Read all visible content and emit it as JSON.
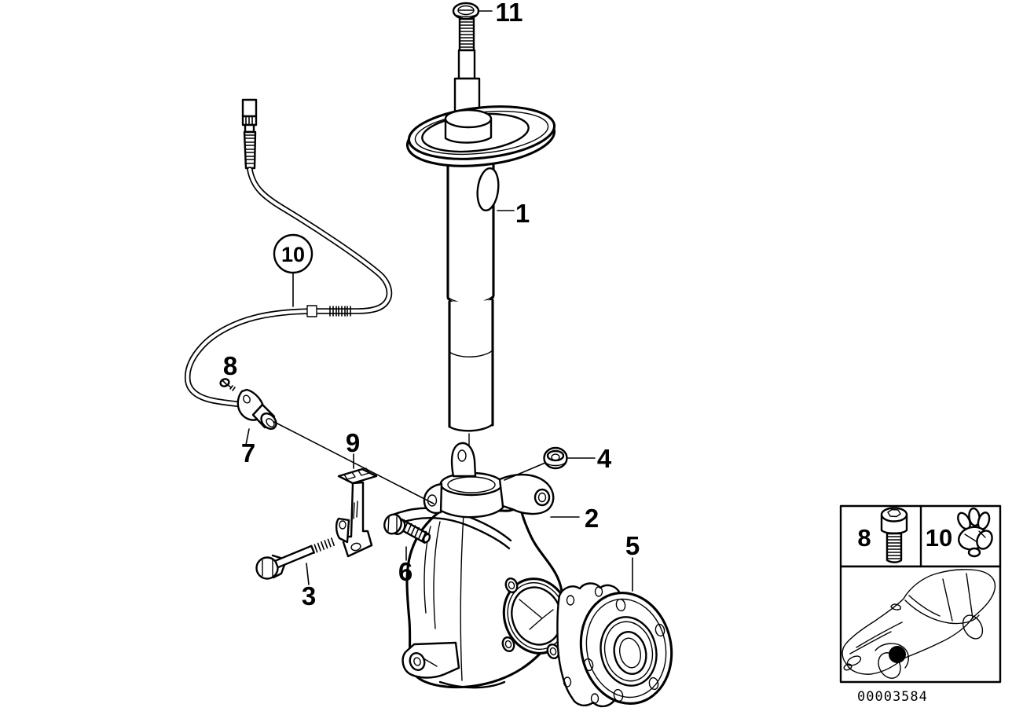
{
  "diagram": {
    "code": "00003584",
    "colors": {
      "background": "#ffffff",
      "line": "#000000"
    },
    "callouts": {
      "c1": "1",
      "c2": "2",
      "c3": "3",
      "c4": "4",
      "c5": "5",
      "c6": "6",
      "c7": "7",
      "c8": "8",
      "c9": "9",
      "c10": "10",
      "c11": "11"
    }
  },
  "inset": {
    "bolt_label": "8",
    "clip_label": "10",
    "icons": {
      "bolt": "socket-head-bolt-icon",
      "clip": "cable-clip-icon",
      "car": "car-location-thumbnail"
    }
  }
}
